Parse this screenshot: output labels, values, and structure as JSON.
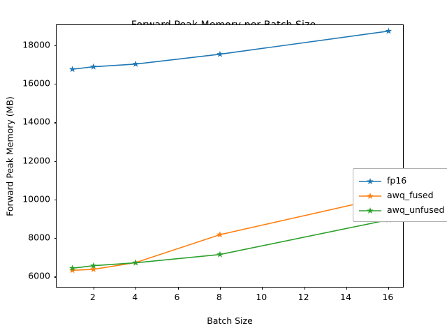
{
  "chart_data": {
    "type": "line",
    "title": "Forward Peak Memory per Batch Size",
    "xlabel": "Batch Size",
    "ylabel": "Forward Peak Memory (MB)",
    "x": [
      1,
      2,
      4,
      8,
      16
    ],
    "xlim": [
      0.25,
      16.75
    ],
    "ylim": [
      5400,
      19050
    ],
    "xticks": [
      2,
      4,
      6,
      8,
      10,
      12,
      14,
      16
    ],
    "xtick_labels": [
      "2",
      "4",
      "6",
      "8",
      "10",
      "12",
      "14",
      "16"
    ],
    "yticks": [
      6000,
      8000,
      10000,
      12000,
      14000,
      16000,
      18000
    ],
    "ytick_labels": [
      "6000",
      "8000",
      "10000",
      "12000",
      "14000",
      "16000",
      "18000"
    ],
    "grid": false,
    "legend_position": "center right",
    "marker": "star",
    "series": [
      {
        "name": "fp16",
        "color": "#1f77b4",
        "values": [
          16760,
          16890,
          17030,
          17540,
          18740
        ]
      },
      {
        "name": "awq_fused",
        "color": "#ff7f0e",
        "values": [
          6330,
          6380,
          6730,
          8180,
          10150
        ]
      },
      {
        "name": "awq_unfused",
        "color": "#2ca02c",
        "values": [
          6440,
          6570,
          6720,
          7150,
          8950
        ]
      }
    ]
  }
}
